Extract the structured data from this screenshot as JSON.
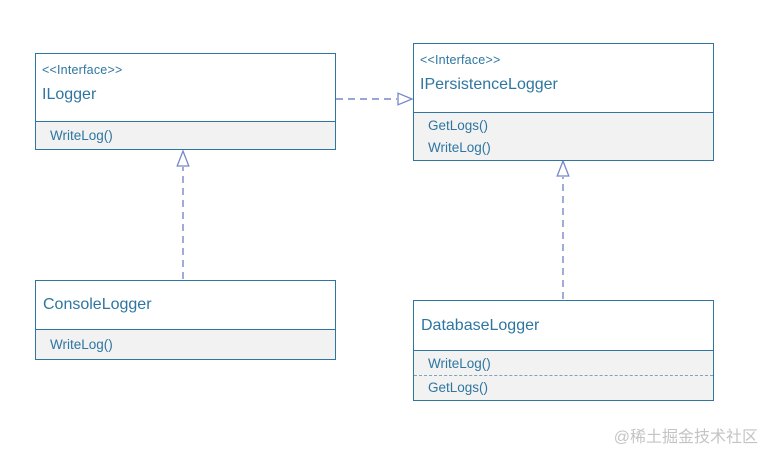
{
  "diagram": {
    "type": "uml-class-diagram",
    "classes": [
      {
        "id": "ilogger",
        "stereotype": "<<Interface>>",
        "name": "ILogger",
        "methods": [
          "WriteLog()"
        ]
      },
      {
        "id": "ipersistencelogger",
        "stereotype": "<<Interface>>",
        "name": "IPersistenceLogger",
        "methods": [
          "GetLogs()",
          "WriteLog()"
        ]
      },
      {
        "id": "consolelogger",
        "stereotype": "",
        "name": "ConsoleLogger",
        "methods": [
          "WriteLog()"
        ]
      },
      {
        "id": "databaselogger",
        "stereotype": "",
        "name": "DatabaseLogger",
        "methods": [
          "WriteLog()",
          "GetLogs()"
        ]
      }
    ],
    "relationships": [
      {
        "from": "ILogger",
        "to": "IPersistenceLogger",
        "line_style": "dashed",
        "arrowhead": "hollow-triangle",
        "direction": "right"
      },
      {
        "from": "ConsoleLogger",
        "to": "ILogger",
        "line_style": "dashed",
        "arrowhead": "hollow-triangle",
        "direction": "up"
      },
      {
        "from": "DatabaseLogger",
        "to": "IPersistenceLogger",
        "line_style": "dashed",
        "arrowhead": "hollow-triangle",
        "direction": "up"
      }
    ],
    "colors": {
      "box_border": "#2e76a0",
      "box_text": "#2e76a0",
      "methods_fill": "#f2f2f2",
      "arrow": "#7788c8",
      "background": "#ffffff",
      "watermark": "#c4c4c4"
    }
  },
  "watermark": {
    "text": "@稀土掘金技术社区"
  }
}
